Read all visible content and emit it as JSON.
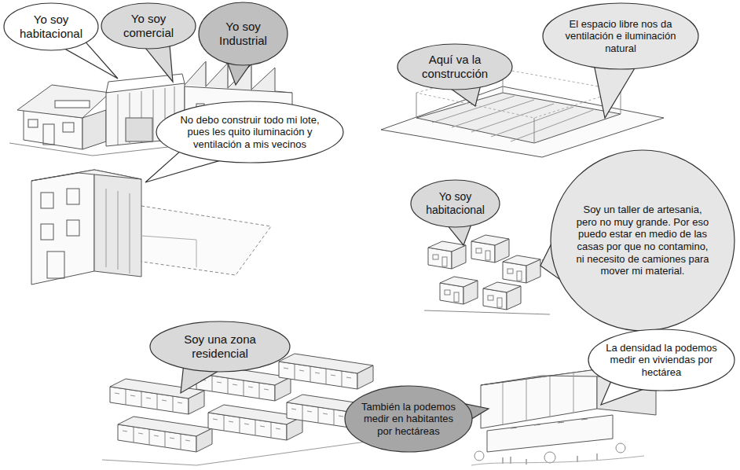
{
  "diagram": {
    "nodes": [
      {
        "text": [
          "Yo soy habitacional"
        ]
      },
      {
        "text": [
          "Yo soy comercial"
        ]
      },
      {
        "text": [
          "Yo soy Industrial"
        ]
      },
      {
        "text": [
          "Aquí va la construcción"
        ]
      },
      {
        "text": [
          "El espacio libre nos da ventilación e iluminación natural"
        ]
      },
      {
        "text": [
          "No debo construir todo mi lote, pues les quito iluminación y ventilación a mis vecinos"
        ]
      },
      {
        "text": [
          "Yo soy habitacional"
        ]
      },
      {
        "text": [
          "Soy un taller de artesania, pero no muy grande. Por eso puedo estar en medio de las casas por que no contamino, ni necesito de camiones para mover mi material."
        ]
      },
      {
        "text": [
          "Soy una zona residencial"
        ]
      },
      {
        "text": [
          "La densidad la podemos medir en viviendas por hectárea"
        ]
      },
      {
        "text": [
          "También la podemos medir en habitantes por hectáreas"
        ]
      }
    ]
  }
}
